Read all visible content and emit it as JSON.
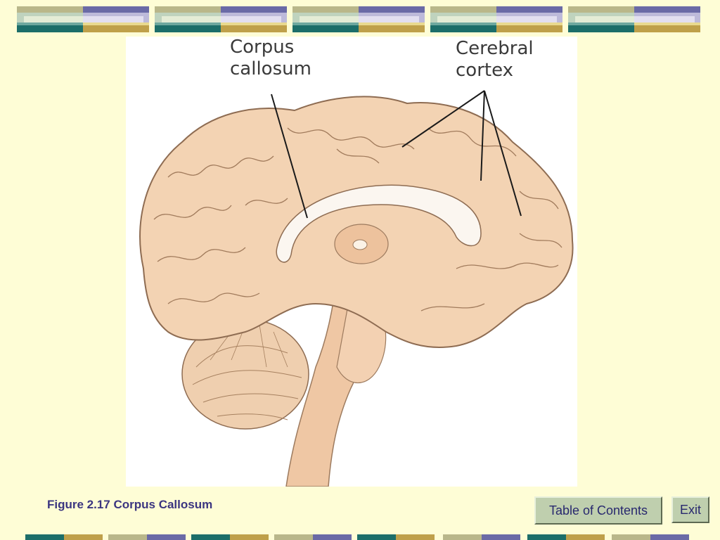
{
  "figure": {
    "labels": {
      "corpus_callosum": "Corpus\ncallosum",
      "cerebral_cortex": "Cerebral\ncortex"
    },
    "caption": "Figure 2.17 Corpus Callosum"
  },
  "nav": {
    "toc_label": "Table of Contents",
    "exit_label": "Exit"
  },
  "colors": {
    "background": "#FEFDD6",
    "caption": "#3B3580",
    "button_bg": "#BFCFAE",
    "brain": "#F3D3B3"
  }
}
